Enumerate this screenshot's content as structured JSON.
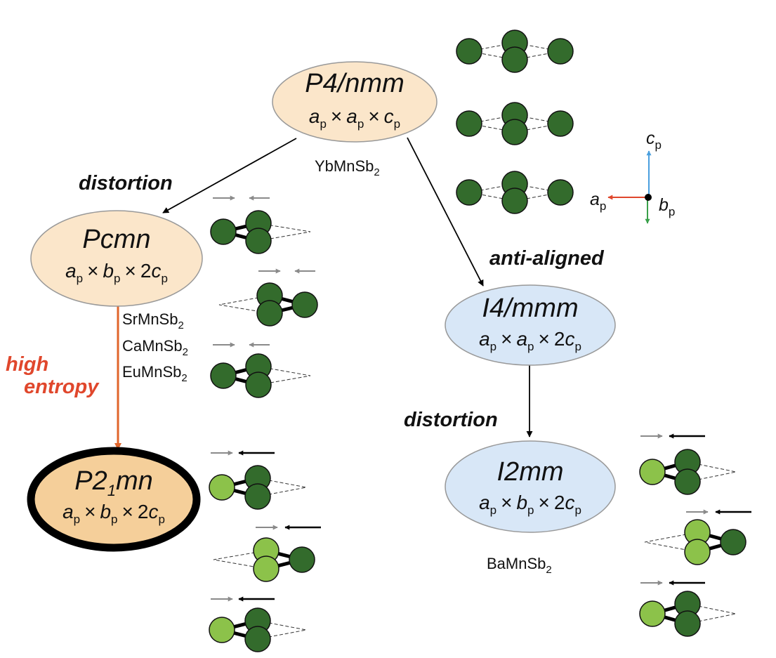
{
  "colors": {
    "node_tetragonal": "#fbe6ca",
    "node_body_centered": "#d8e7f7",
    "node_target": "#f5cf9a",
    "atom_dark": "#336b2c",
    "atom_light": "#8cc24a",
    "arrow_gray": "#8a8a8a",
    "arrow_orange": "#e0652b",
    "text_red": "#e0472c",
    "axis_c": "#4a9fde",
    "axis_a": "#e0472c",
    "axis_b": "#3aa04a"
  },
  "nodes": {
    "p4nmm": {
      "sg_main": "P4/",
      "sg_it": "nmm",
      "s1": "a",
      "s2": "a",
      "s3": "c",
      "mult3": "",
      "sub": "p",
      "times": "×",
      "compound": "YbMnSb",
      "compound_sub": "2"
    },
    "pcmn": {
      "sg_main": "Pcmn",
      "s1": "a",
      "s2": "b",
      "s3": "c",
      "mult3": "2",
      "sub": "p",
      "times": "×"
    },
    "p21mn": {
      "sg_a": "P2",
      "sg_sub": "1",
      "sg_b": "mn",
      "s1": "a",
      "s2": "b",
      "s3": "c",
      "mult3": "2",
      "sub": "p",
      "times": "×"
    },
    "i4mmm": {
      "sg_main": "I4/",
      "sg_it": "mmm",
      "s1": "a",
      "s2": "a",
      "s3": "c",
      "mult3": "2",
      "sub": "p",
      "times": "×"
    },
    "i2mm": {
      "sg_main": "I2mm",
      "s1": "a",
      "s2": "b",
      "s3": "c",
      "mult3": "2",
      "sub": "p",
      "times": "×",
      "compound": "BaMnSb",
      "compound_sub": "2"
    }
  },
  "pcmn_compounds": [
    {
      "name": "SrMnSb",
      "sub": "2"
    },
    {
      "name": "CaMnSb",
      "sub": "2"
    },
    {
      "name": "EuMnSb",
      "sub": "2"
    }
  ],
  "transitions": {
    "distortion_left": "distortion",
    "anti_aligned": "anti-aligned",
    "high": "high",
    "entropy": "entropy",
    "distortion_right": "distortion"
  },
  "axes": {
    "c": "c",
    "a": "a",
    "b": "b",
    "sub": "p"
  }
}
